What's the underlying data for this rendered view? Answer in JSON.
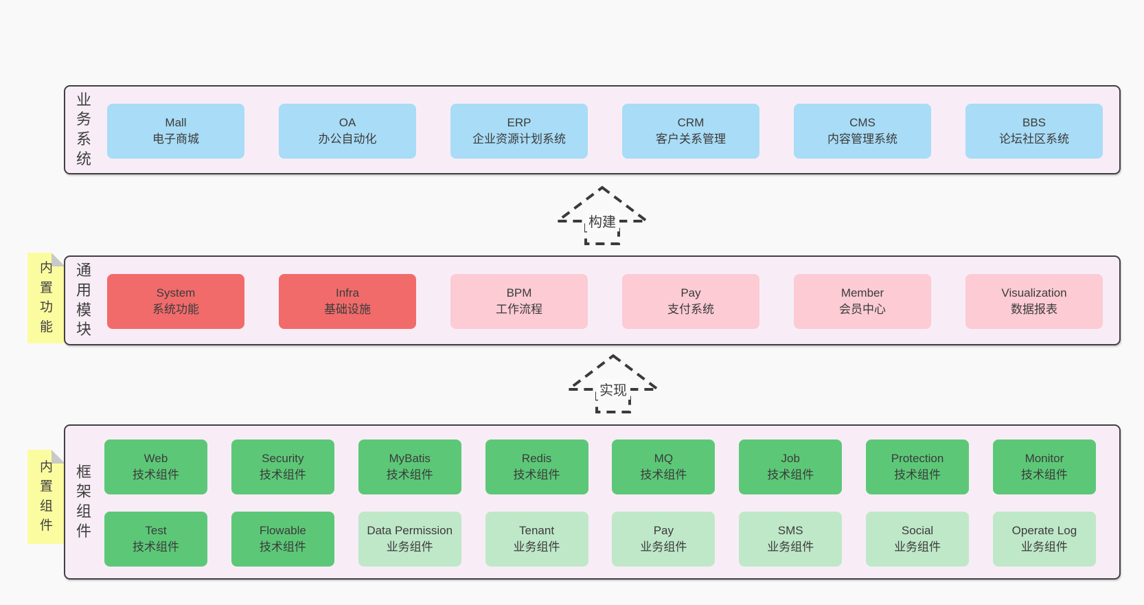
{
  "colors": {
    "page_background": "#f9f9f9",
    "layer_fill": "#f8edf6",
    "layer_border": "#404040",
    "business_box": "#a9dcf6",
    "core_module_box": "#f16b6b",
    "optional_module_box": "#fccbd4",
    "tech_component_box": "#5cc877",
    "business_component_box": "#bfe8c9",
    "sticky_note": "#fbfc9f",
    "note_fold": "#c9c9c9",
    "text": "#3d3d3d",
    "arrow_dash": "#3a3a3a"
  },
  "arrows": [
    {
      "label": "构建"
    },
    {
      "label": "实现"
    }
  ],
  "layers": [
    {
      "label": "业务系统",
      "rows": [
        [
          {
            "title": "Mall",
            "subtitle": "电子商城"
          },
          {
            "title": "OA",
            "subtitle": "办公自动化"
          },
          {
            "title": "ERP",
            "subtitle": "企业资源计划系统"
          },
          {
            "title": "CRM",
            "subtitle": "客户关系管理"
          },
          {
            "title": "CMS",
            "subtitle": "内容管理系统"
          },
          {
            "title": "BBS",
            "subtitle": "论坛社区系统"
          }
        ]
      ]
    },
    {
      "label": "通用模块",
      "note": "内置功能",
      "rows": [
        [
          {
            "title": "System",
            "subtitle": "系统功能"
          },
          {
            "title": "Infra",
            "subtitle": "基础设施"
          },
          {
            "title": "BPM",
            "subtitle": "工作流程"
          },
          {
            "title": "Pay",
            "subtitle": "支付系统"
          },
          {
            "title": "Member",
            "subtitle": "会员中心"
          },
          {
            "title": "Visualization",
            "subtitle": "数据报表"
          }
        ]
      ]
    },
    {
      "label": "框架组件",
      "note": "内置组件",
      "rows": [
        [
          {
            "title": "Web",
            "subtitle": "技术组件"
          },
          {
            "title": "Security",
            "subtitle": "技术组件"
          },
          {
            "title": "MyBatis",
            "subtitle": "技术组件"
          },
          {
            "title": "Redis",
            "subtitle": "技术组件"
          },
          {
            "title": "MQ",
            "subtitle": "技术组件"
          },
          {
            "title": "Job",
            "subtitle": "技术组件"
          },
          {
            "title": "Protection",
            "subtitle": "技术组件"
          },
          {
            "title": "Monitor",
            "subtitle": "技术组件"
          }
        ],
        [
          {
            "title": "Test",
            "subtitle": "技术组件"
          },
          {
            "title": "Flowable",
            "subtitle": "技术组件"
          },
          {
            "title": "Data Permission",
            "subtitle": "业务组件"
          },
          {
            "title": "Tenant",
            "subtitle": "业务组件"
          },
          {
            "title": "Pay",
            "subtitle": "业务组件"
          },
          {
            "title": "SMS",
            "subtitle": "业务组件"
          },
          {
            "title": "Social",
            "subtitle": "业务组件"
          },
          {
            "title": "Operate Log",
            "subtitle": "业务组件"
          }
        ]
      ]
    }
  ]
}
